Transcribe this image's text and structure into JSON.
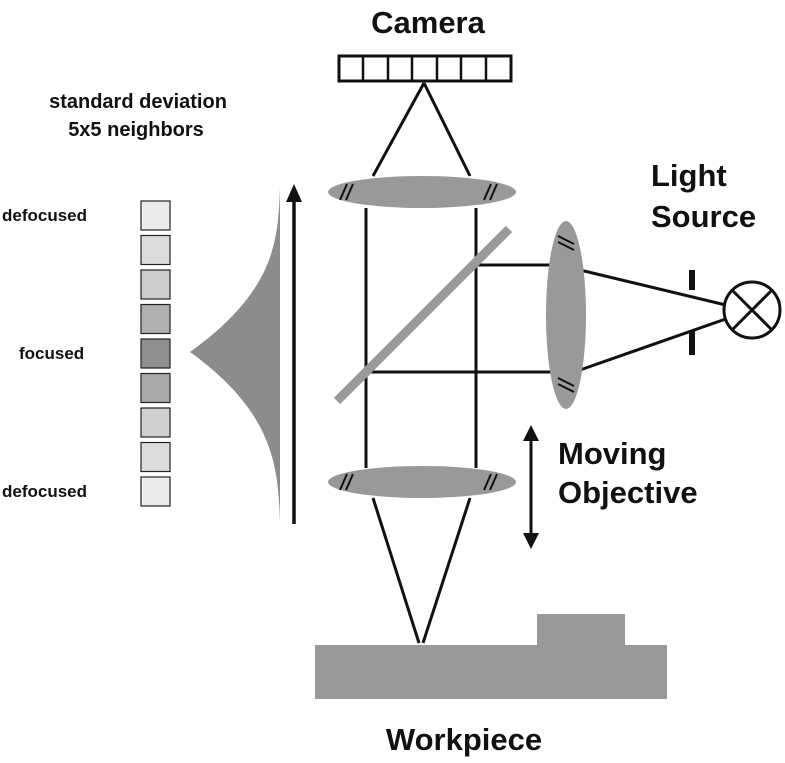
{
  "labels": {
    "camera": "Camera",
    "light_source": [
      "Light",
      "Source"
    ],
    "moving_objective": [
      "Moving",
      "Objective"
    ],
    "workpiece": "Workpiece",
    "std_dev": [
      "standard deviation",
      "5x5  neighbors"
    ],
    "defocused_top": "defocused",
    "focused": "focused",
    "defocused_bottom": "defocused"
  },
  "focus_scale": [
    "#ececec",
    "#dcdcdc",
    "#cdcdcd",
    "#b0b0b0",
    "#8f8f8f",
    "#aaaaaa",
    "#cfcfcf",
    "#dcdcdc",
    "#ececec"
  ],
  "colors": {
    "optic_gray": "#999999",
    "curve_gray": "#8c8c8c",
    "line": "#111111"
  }
}
